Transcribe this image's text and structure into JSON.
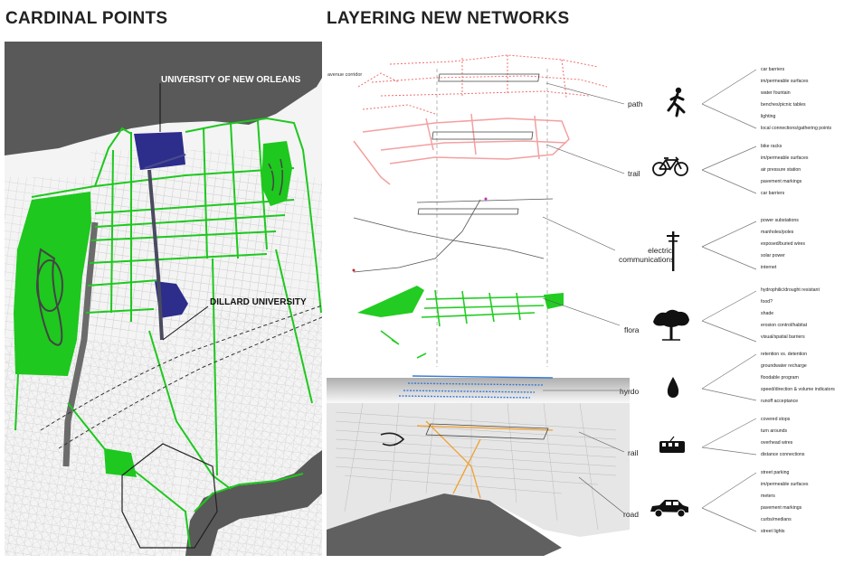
{
  "titles": {
    "left": "CARDINAL POINTS",
    "right": "LAYERING NEW NETWORKS"
  },
  "map": {
    "label_uno": "UNIVERSITY OF NEW ORLEANS",
    "label_dillard": "DILLARD UNIVERSITY",
    "colors": {
      "water": "#595959",
      "green": "#1ec81e",
      "blue": "#2d2d8c",
      "street": "#c9c9c9"
    }
  },
  "layers": {
    "corridor_label": "avenue corridor",
    "networks": [
      {
        "key": "path",
        "label": "path",
        "icon": "runner-icon"
      },
      {
        "key": "trail",
        "label": "trail",
        "icon": "bicycle-icon"
      },
      {
        "key": "electric",
        "label": "electric/\ncommunications",
        "icon": "utility-pole-icon"
      },
      {
        "key": "flora",
        "label": "flora",
        "icon": "tree-icon"
      },
      {
        "key": "hydro",
        "label": "hyrdo",
        "icon": "water-drop-icon"
      },
      {
        "key": "rail",
        "label": "rail",
        "icon": "streetcar-icon"
      },
      {
        "key": "road",
        "label": "road",
        "icon": "car-icon"
      }
    ],
    "features": [
      "car barriers",
      "im/permeable surfaces",
      "water fountain",
      "benches/picnic tables",
      "lighting",
      "local connections/gathering points",
      "bike racks",
      "im/permeable surfaces",
      "air pressure station",
      "pavement markings",
      "car barriers",
      "power substations",
      "manholes/poles",
      "exposed/buried wires",
      "solar power",
      "internet",
      "hydrophilic/drought resistant",
      "food?",
      "shade",
      "erosion control/habitat",
      "visual/spatial barriers",
      "retention vs. detention",
      "groundwater recharge",
      "floodable program",
      "speed/direction & volume indicators",
      "runoff acceptance",
      "covered stops",
      "turn arounds",
      "overhead wires",
      "distance connections",
      "street parking",
      "im/permeable surfaces",
      "meters",
      "pavement markings",
      "curbs/medians",
      "street lights"
    ],
    "colors": {
      "path": "#f07070",
      "trail": "#f4a0a0",
      "electric": "#555555",
      "flora": "#22cc22",
      "hydro": "#3a7bd5",
      "rail": "#f0a030"
    }
  }
}
